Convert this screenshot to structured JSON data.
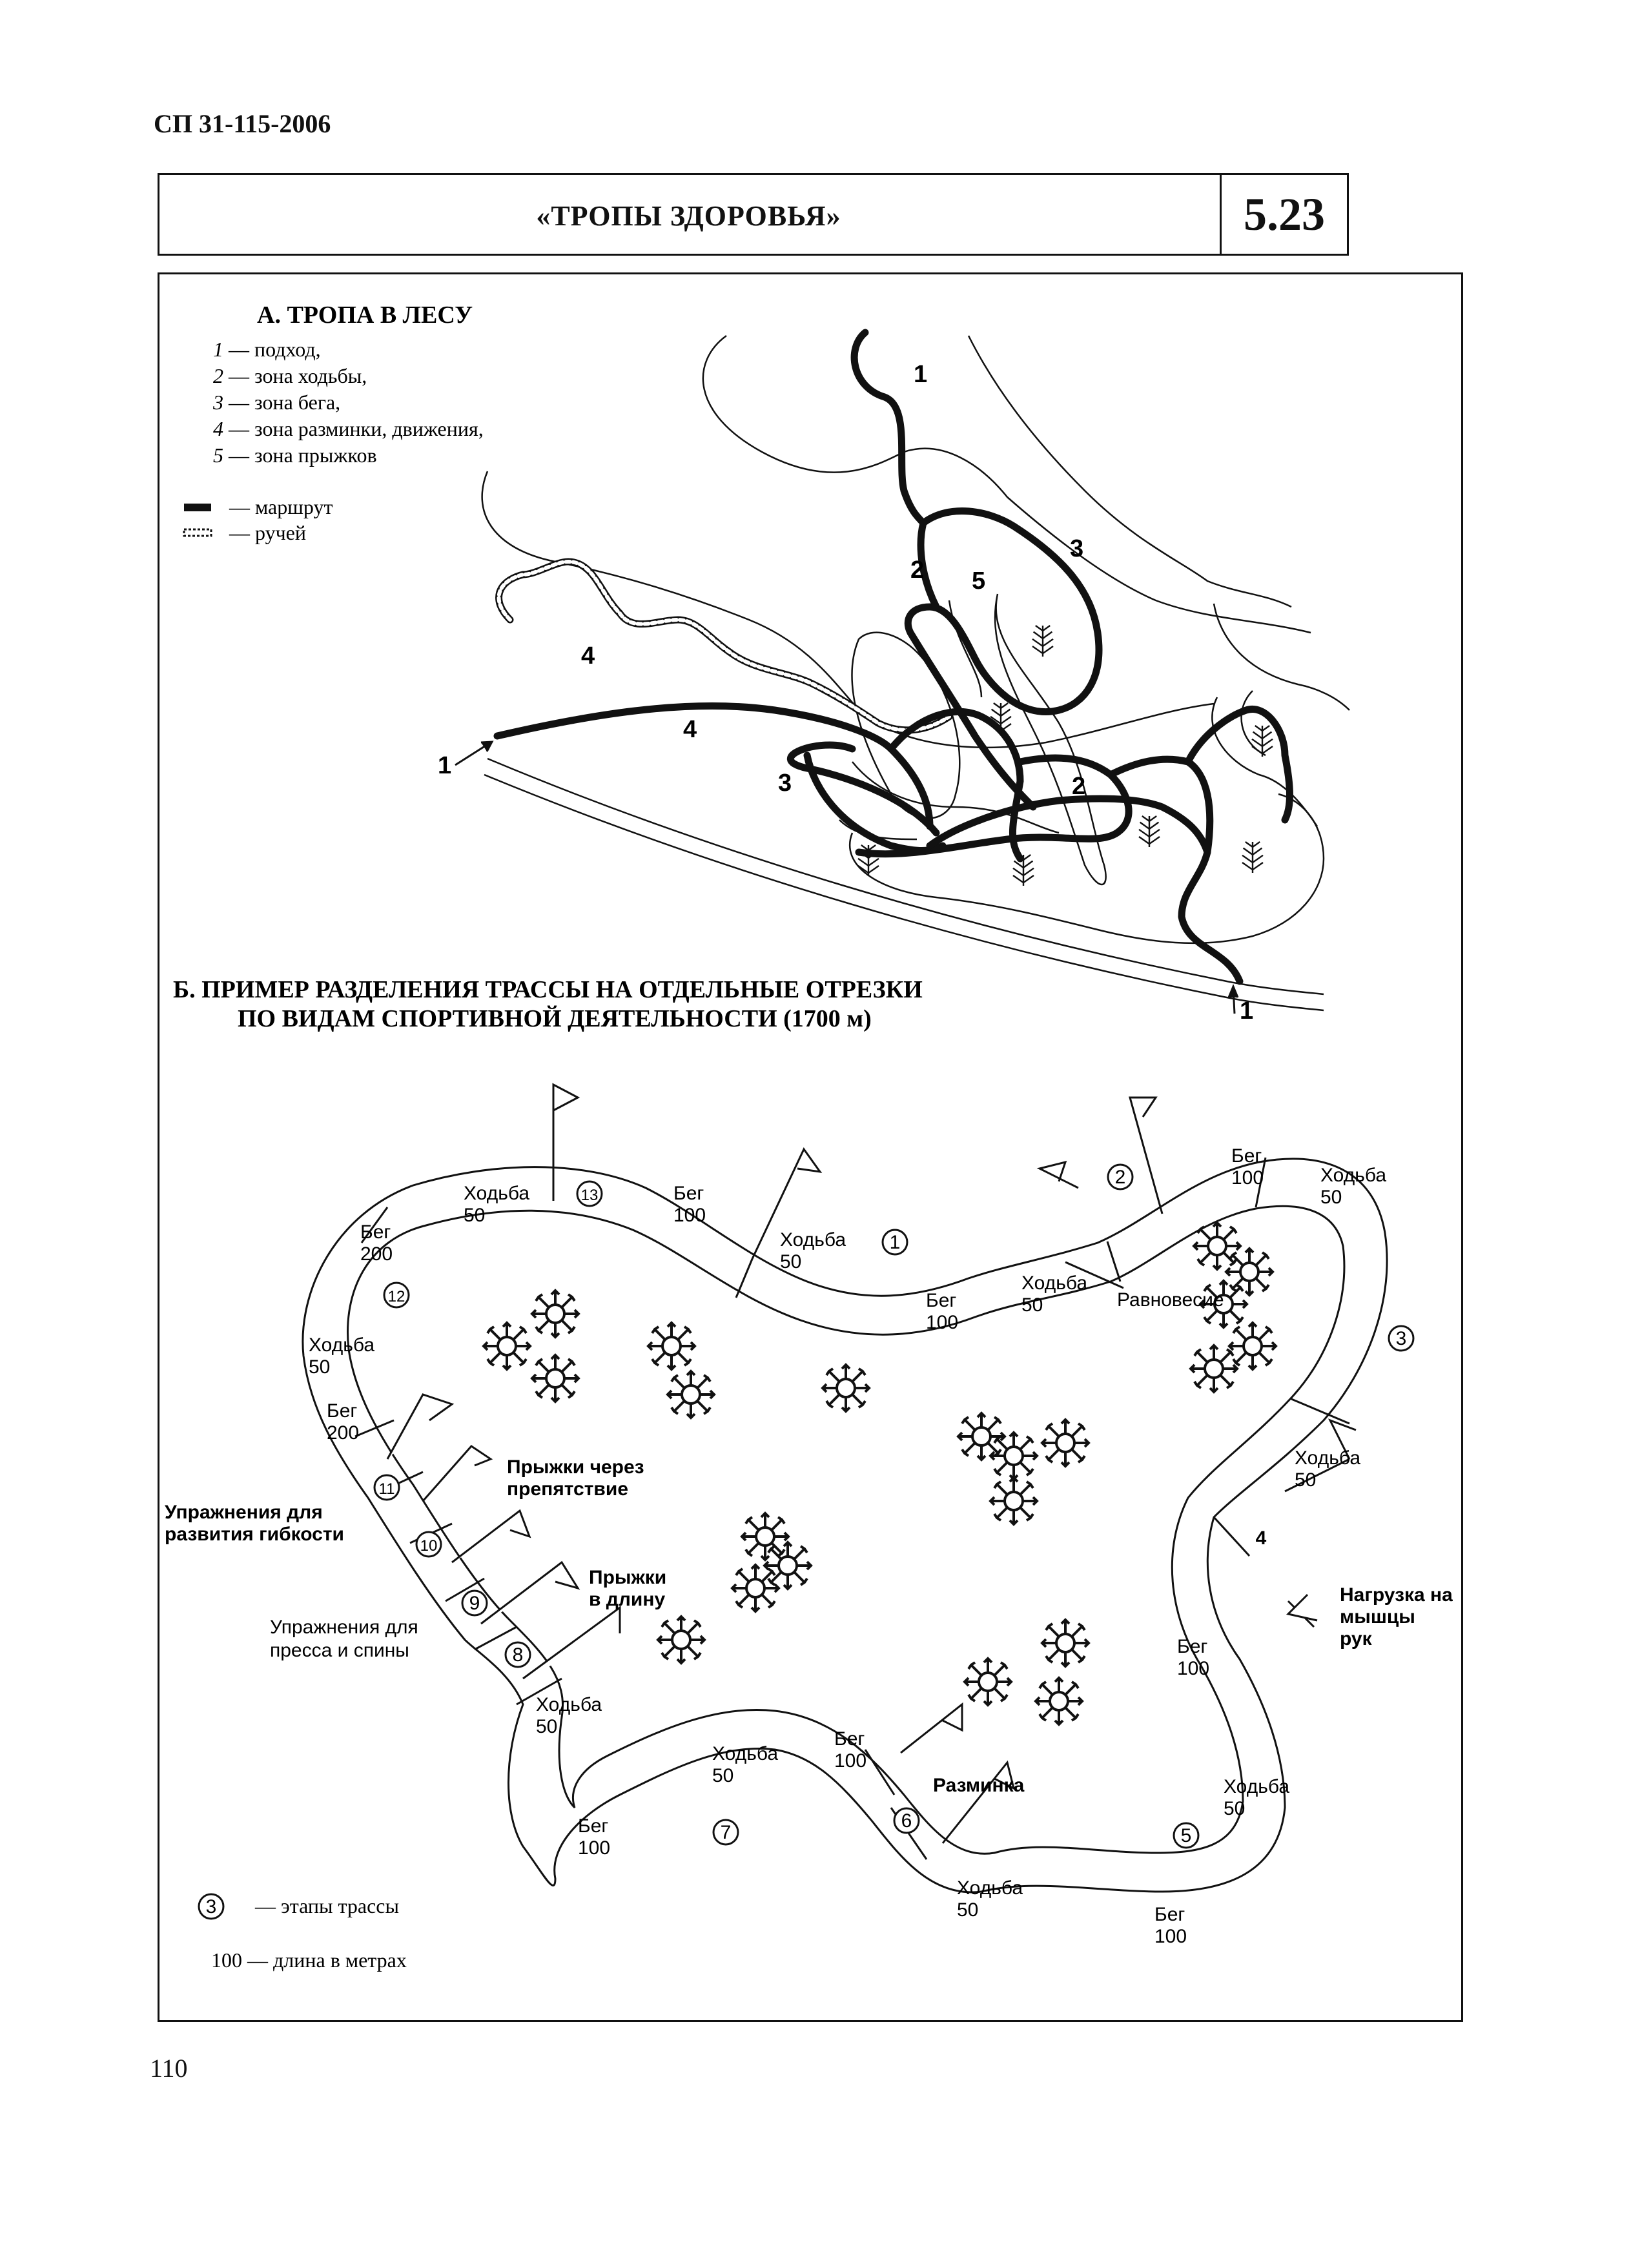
{
  "header": {
    "doc_code": "СП 31-115-2006",
    "title": "«ТРОПЫ ЗДОРОВЬЯ»",
    "section_number": "5.23"
  },
  "part_a": {
    "title": "А. ТРОПА В ЛЕСУ",
    "legend": [
      {
        "key": "1",
        "text": " — подход,"
      },
      {
        "key": "2",
        "text": " — зона ходьбы,"
      },
      {
        "key": "3",
        "text": " — зона бега,"
      },
      {
        "key": "4",
        "text": " — зона разминки, движения,"
      },
      {
        "key": "5",
        "text": " — зона прыжков"
      }
    ],
    "symbols": [
      {
        "text": "— маршрут"
      },
      {
        "text": "— ручей"
      }
    ],
    "zone_numbers": [
      "1",
      "2",
      "5",
      "3",
      "4",
      "4",
      "3",
      "2",
      "1",
      "1"
    ]
  },
  "part_b": {
    "title_line1": "Б. ПРИМЕР РАЗДЕЛЕНИЯ ТРАССЫ НА ОТДЕЛЬНЫЕ ОТРЕЗКИ",
    "title_line2": "ПО ВИДАМ СПОРТИВНОЙ ДЕЯТЕЛЬНОСТИ (1700 м)",
    "stages": [
      "1",
      "2",
      "3",
      "4",
      "5",
      "6",
      "7",
      "8",
      "9",
      "10",
      "11",
      "12",
      "13"
    ],
    "segments": [
      {
        "name": "Ходьба",
        "len": "50"
      },
      {
        "name": "Бег",
        "len": "100"
      },
      {
        "name": "Ходьба",
        "len": "50"
      },
      {
        "name": "Бег",
        "len": "100"
      },
      {
        "name": "Ходьба",
        "len": "50"
      },
      {
        "name": "Бег",
        "len": "100"
      },
      {
        "name": "Ходьба",
        "len": "50"
      },
      {
        "name": "Ходьба",
        "len": "50"
      },
      {
        "name": "Бег",
        "len": "100"
      },
      {
        "name": "Ходьба",
        "len": "50"
      },
      {
        "name": "Бег",
        "len": "100"
      },
      {
        "name": "Ходьба",
        "len": "50"
      },
      {
        "name": "Бег",
        "len": "100"
      },
      {
        "name": "Ходьба",
        "len": "50"
      },
      {
        "name": "Бег",
        "len": "100"
      },
      {
        "name": "Ходьба",
        "len": "50"
      },
      {
        "name": "Бег",
        "len": "200"
      },
      {
        "name": "Ходьба",
        "len": "50"
      },
      {
        "name": "Бег",
        "len": "200"
      }
    ],
    "activities": {
      "balance": "Равновесие",
      "arms": "Нагрузка на мышцы рук",
      "arms_l1": "Нагрузка на",
      "arms_l2": "мышцы",
      "arms_l3": "рук",
      "warmup": "Разминка",
      "press_l1": "Упражнения для",
      "press_l2": "пресса и спины",
      "long_jump_l1": "Прыжки",
      "long_jump_l2": "в длину",
      "flex_l1": "Упражнения для",
      "flex_l2": "развития гибкости",
      "obstacle_l1": "Прыжки через",
      "obstacle_l2": "препятствие"
    },
    "legend": {
      "stage_symbol": "3",
      "stage_text": "— этапы трассы",
      "length_text": "100 — длина в метрах"
    }
  },
  "page_number": "110"
}
